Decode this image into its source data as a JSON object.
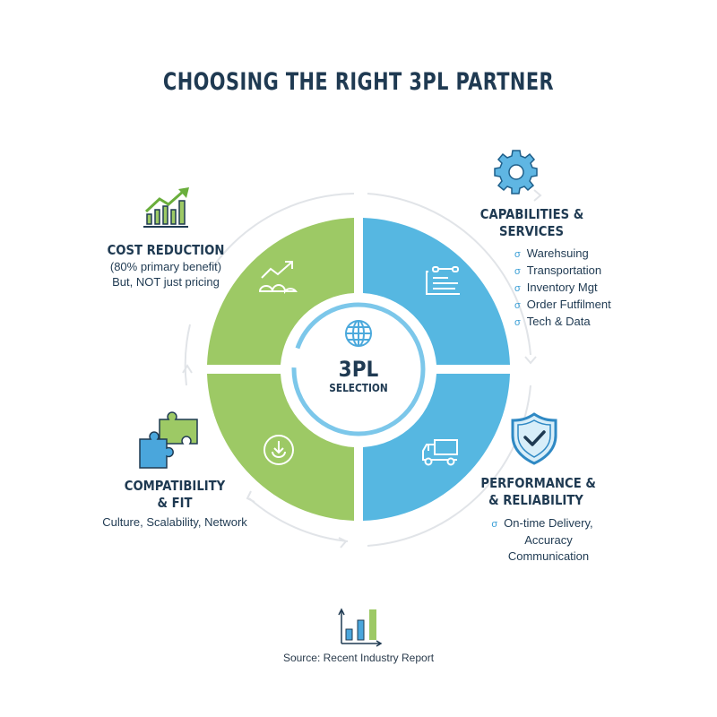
{
  "title": "CHOOSING THE RIGHT 3PL PARTNER",
  "center": {
    "icon": "globe-icon",
    "title": "3PL",
    "subtitle": "SELECTION"
  },
  "colors": {
    "green": "#9dc965",
    "blue": "#56b7e1",
    "navy": "#1f3a52",
    "arc_gray": "#e3e6e9",
    "inner_ring": "#7cc7ea"
  },
  "quadrants": [
    {
      "position": "top-left",
      "color": "green",
      "icon": "growth-chart-icon"
    },
    {
      "position": "top-right",
      "color": "blue",
      "icon": "checklist-board-icon"
    },
    {
      "position": "bottom-left",
      "color": "green",
      "icon": "download-circle-icon"
    },
    {
      "position": "bottom-right",
      "color": "blue",
      "icon": "truck-icon"
    }
  ],
  "factors": {
    "cost": {
      "icon": "bar-chart-up-icon",
      "heading": "COST REDUCTION",
      "lines": [
        "(80% primary benefit)",
        "But, NOT just pricing"
      ]
    },
    "capabilities": {
      "icon": "gear-icon",
      "heading_lines": [
        "CAPABILITIES &",
        "SERVICES"
      ],
      "items": [
        "Warehsuing",
        "Transportation",
        "Inventory Mgt",
        "Order Futfilment",
        "Tech & Data"
      ]
    },
    "compatibility": {
      "icon": "puzzle-pieces-icon",
      "heading_lines": [
        "COMPATIBILITY",
        "& FIT"
      ],
      "lines": [
        "Culture, Scalability, Network"
      ]
    },
    "performance": {
      "icon": "shield-check-icon",
      "heading_lines": [
        "PERFORMANCE &",
        "& RELIABILITY"
      ],
      "items": [
        "On-time Delivery,",
        "Accuracy",
        "Communication"
      ]
    }
  },
  "footer": {
    "icon": "bar-chart-icon",
    "source": "Source: Recent Industry Report"
  },
  "bullet_glyph": "σ"
}
